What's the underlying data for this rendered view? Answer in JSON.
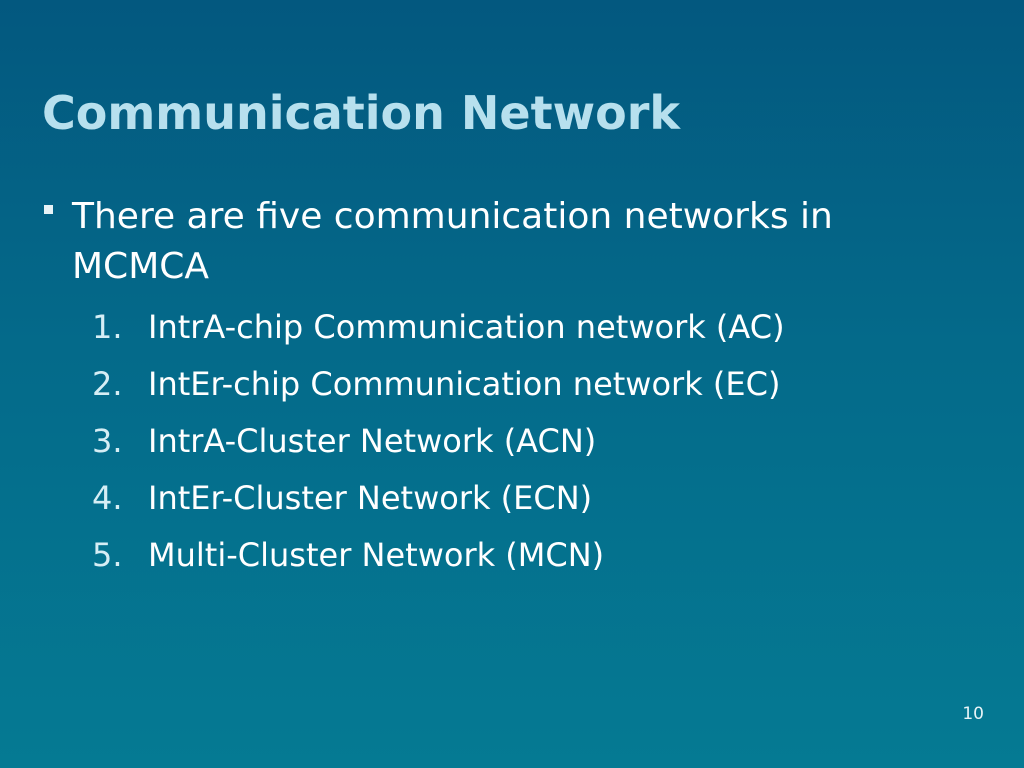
{
  "slide": {
    "title": "Communication Network",
    "bullet": {
      "icon": "square-bullet-icon",
      "text": "There are five communication networks in MCMCA"
    },
    "numbered_items": [
      {
        "number": "1.",
        "text": "IntrA-chip Communication network (AC)"
      },
      {
        "number": "2.",
        "text": "IntEr-chip Communication network (EC)"
      },
      {
        "number": "3.",
        "text": "IntrA-Cluster Network (ACN)"
      },
      {
        "number": "4.",
        "text": "IntEr-Cluster Network (ECN)"
      },
      {
        "number": "5.",
        "text": "Multi-Cluster Network (MCN)"
      }
    ],
    "page_number": "10",
    "colors": {
      "background_top": "#03587f",
      "background_bottom": "#057a93",
      "title": "#b7e0ee",
      "body_text": "#ffffff"
    }
  }
}
